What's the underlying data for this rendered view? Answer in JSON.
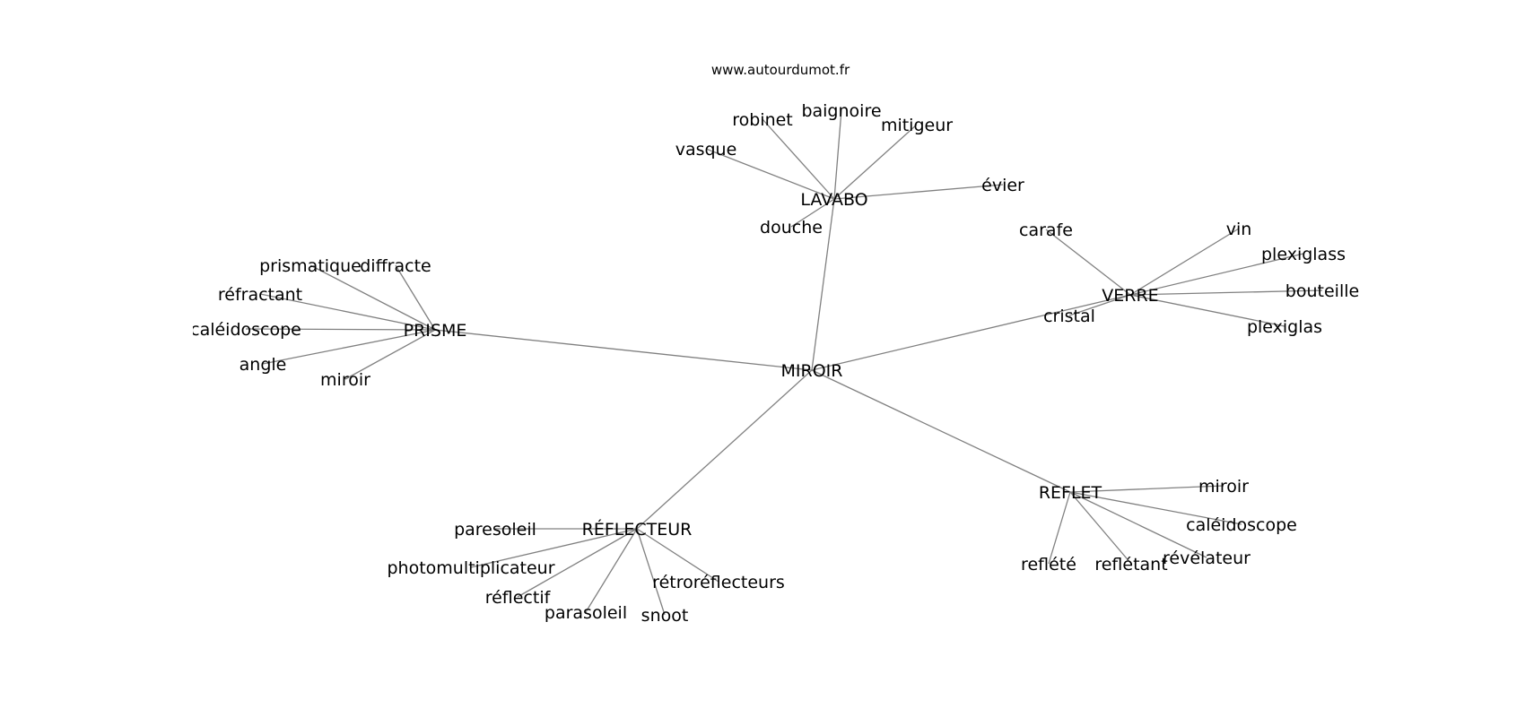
{
  "source": "www.autourdumot.fr",
  "center": "MIROIR",
  "edge_color": "#808080",
  "groups": [
    {
      "hub": "LAVABO",
      "leaves": [
        "baignoire",
        "robinet",
        "mitigeur",
        "vasque",
        "évier",
        "douche"
      ]
    },
    {
      "hub": "VERRE",
      "leaves": [
        "carafe",
        "vin",
        "plexiglass",
        "bouteille",
        "plexiglas",
        "cristal"
      ]
    },
    {
      "hub": "PRISME",
      "leaves": [
        "prismatique",
        "diffracte",
        "réfractant",
        "caléidoscope",
        "angle",
        "miroir"
      ]
    },
    {
      "hub": "RÉFLECTEUR",
      "leaves": [
        "paresoleil",
        "photomultiplicateur",
        "réflectif",
        "parasoleil",
        "snoot",
        "rétroréflecteurs"
      ]
    },
    {
      "hub": "REFLET",
      "leaves": [
        "miroir",
        "caléidoscope",
        "révélateur",
        "reflétant",
        "reflété"
      ]
    }
  ]
}
